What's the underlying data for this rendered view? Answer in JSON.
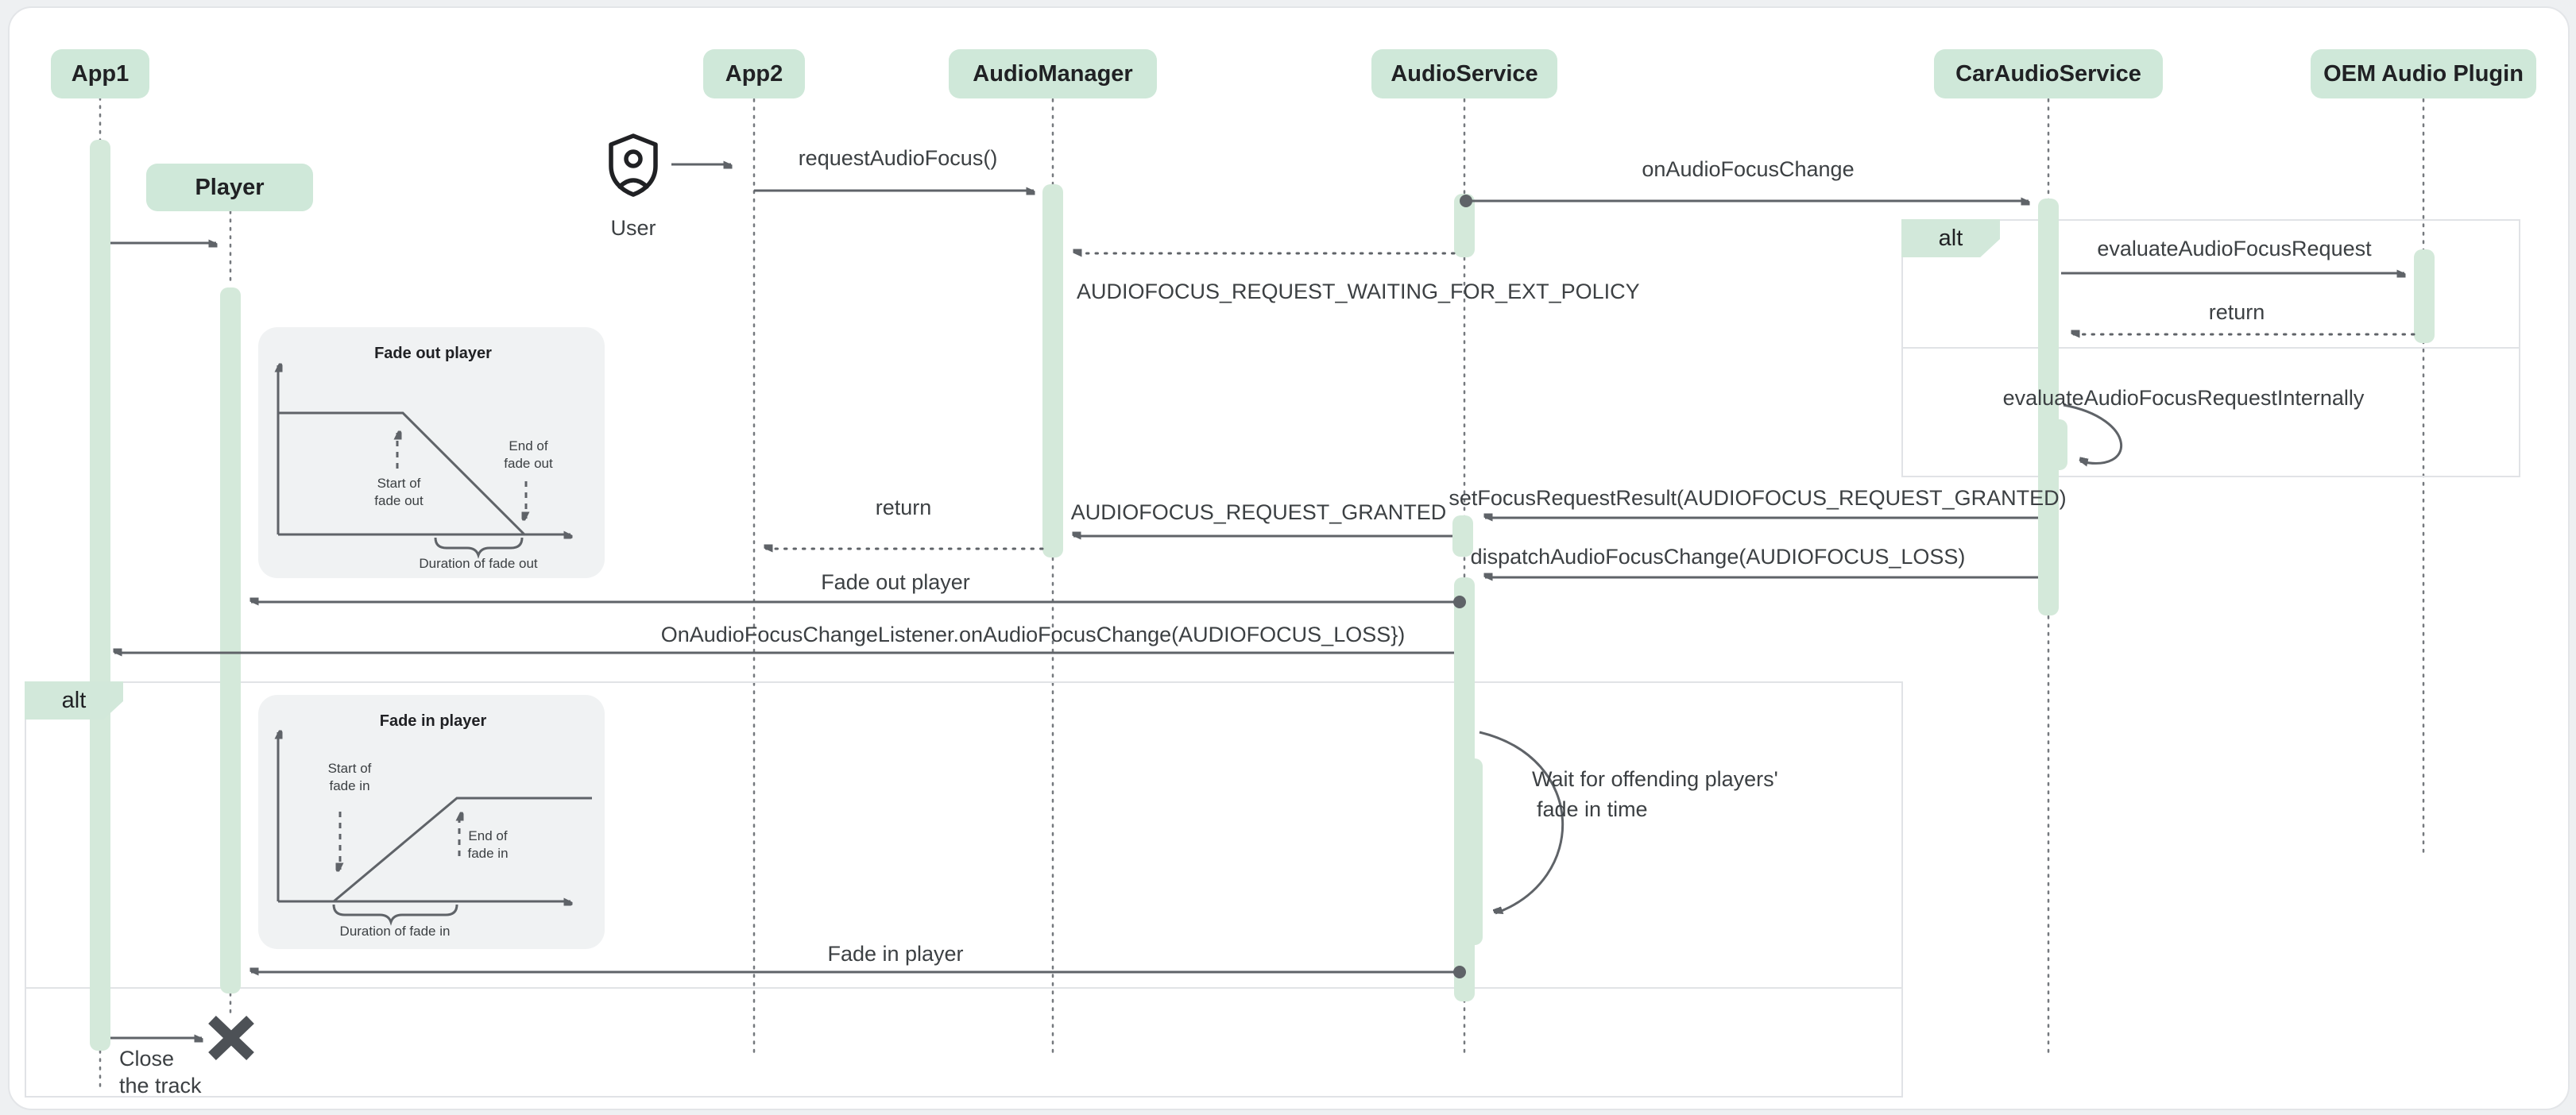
{
  "colors": {
    "page_background": "#eef0f2",
    "card_background": "#ffffff",
    "participant_green": "#cfe8d9",
    "activation_green": "#d4e9da",
    "arrow_gray": "#5f6368",
    "text_dark": "#202124",
    "text_message": "#3c4043",
    "fragment_border": "#e1e3e6",
    "chart_background": "#f0f2f3"
  },
  "participants": [
    "App1",
    "App2",
    "AudioManager",
    "AudioService",
    "CarAudioService",
    "OEM Audio Plugin"
  ],
  "player_label": "Player",
  "user_label": "User",
  "fragments": {
    "left": "alt",
    "right": "alt"
  },
  "messages": {
    "request_audio_focus": "requestAudioFocus()",
    "on_audio_focus_change": "onAudioFocusChange",
    "waiting": "AUDIOFOCUS_REQUEST_WAITING_FOR_EXT_POLICY",
    "evaluate": "evaluateAudioFocusRequest",
    "return_evaluate": "return",
    "evaluate_internally": "evaluateAudioFocusRequestInternally",
    "set_focus_result": "setFocusRequestResult(AUDIOFOCUS_REQUEST_GRANTED)",
    "granted": "AUDIOFOCUS_REQUEST_GRANTED",
    "return_granted": "return",
    "dispatch": "dispatchAudioFocusChange(AUDIOFOCUS_LOSS)",
    "fade_out": "Fade out player",
    "on_focus_loss": "OnAudioFocusChangeListener.onAudioFocusChange(AUDIOFOCUS_LOSS})",
    "fade_in": "Fade in player"
  },
  "note": {
    "line1": "Wait for offending players'",
    "line2": "fade in time"
  },
  "close_note": {
    "line1": "Close",
    "line2": "the track"
  },
  "charts": {
    "fade_out": {
      "title": "Fade out player",
      "start1": "Start of",
      "start2": "fade out",
      "end1": "End of",
      "end2": "fade out",
      "duration": "Duration of fade out"
    },
    "fade_in": {
      "title": "Fade in player",
      "start1": "Start of",
      "start2": "fade in",
      "end1": "End of",
      "end2": "fade in",
      "duration": "Duration of fade in"
    }
  }
}
